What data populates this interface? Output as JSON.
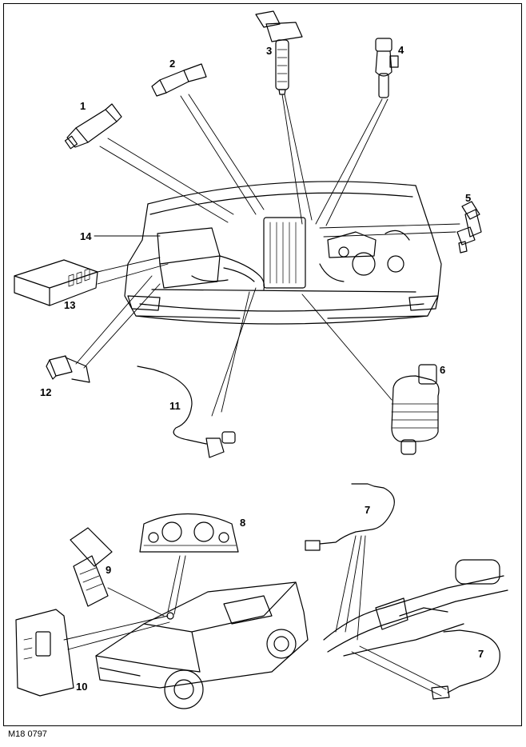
{
  "figure_ref": "M18 0797",
  "callouts": {
    "c1": "1",
    "c2": "2",
    "c3": "3",
    "c4": "4",
    "c5": "5",
    "c6": "6",
    "c7a": "7",
    "c7b": "7",
    "c8": "8",
    "c9": "9",
    "c10": "10",
    "c11": "11",
    "c12": "12",
    "c13": "13",
    "c14": "14"
  },
  "colors": {
    "line": "#000000",
    "background": "#ffffff"
  }
}
